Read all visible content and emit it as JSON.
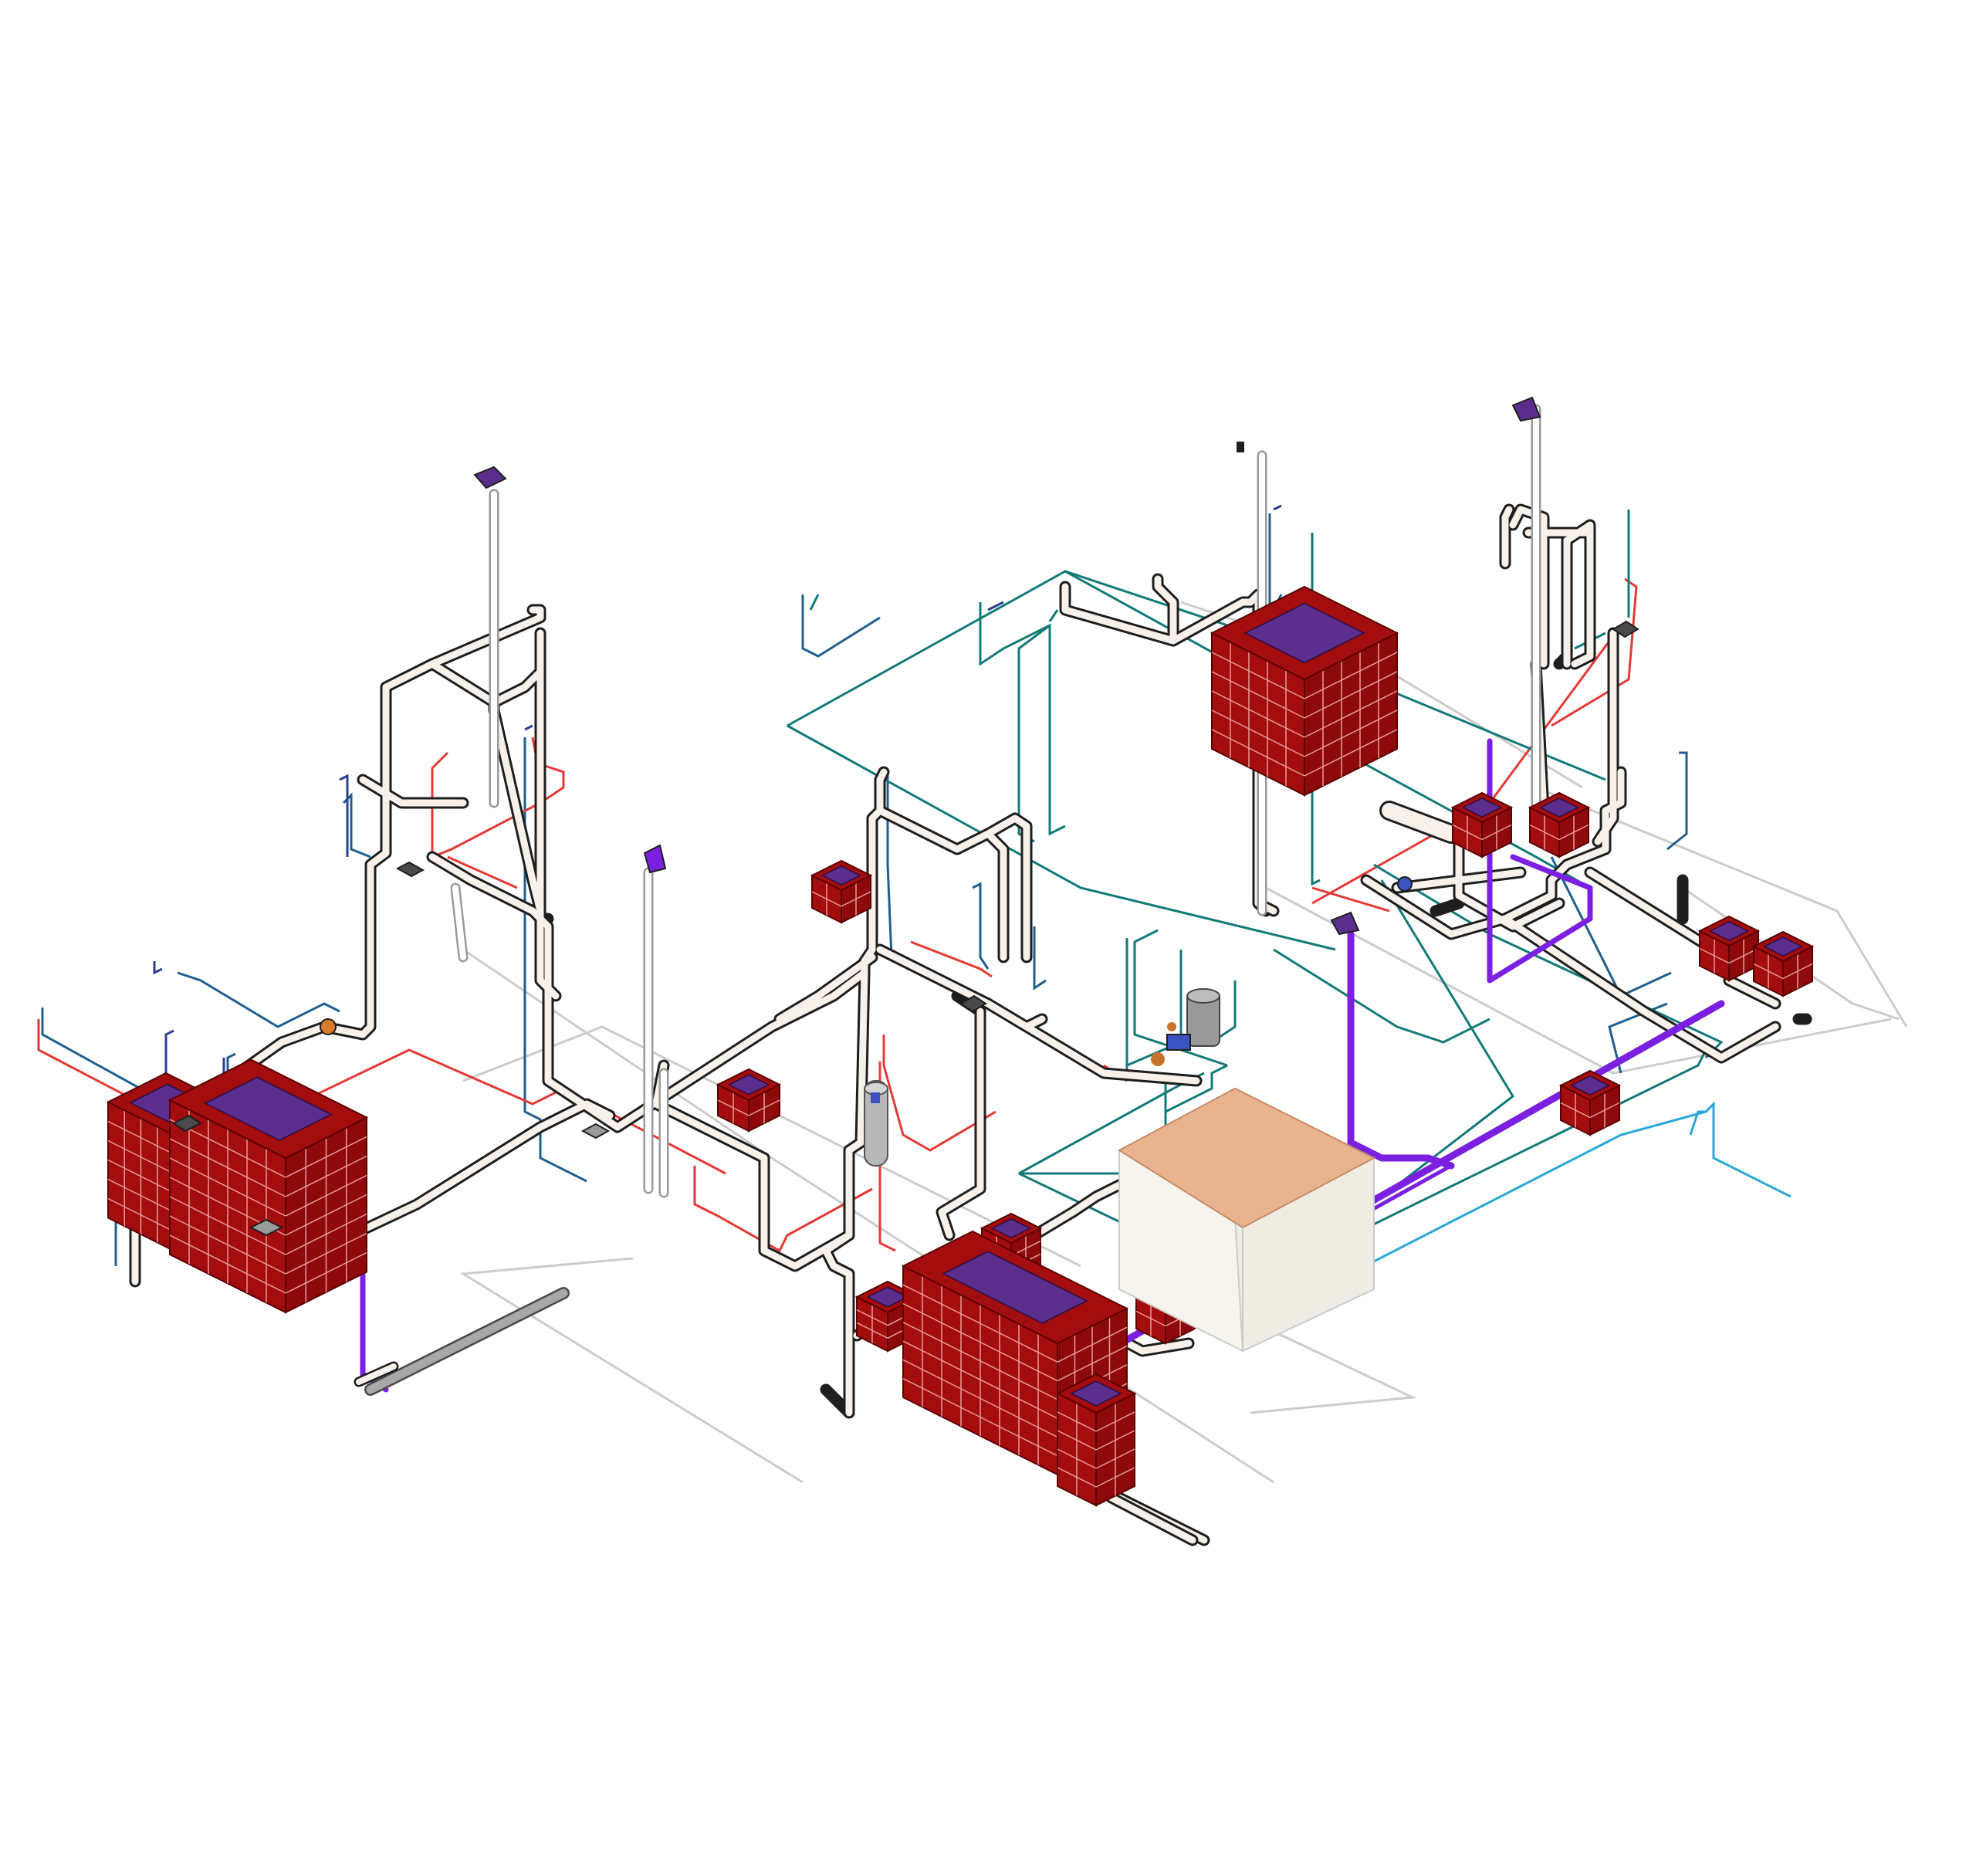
{
  "colors": {
    "background": "#ffffff",
    "pipe_fill": "#f7f1ea",
    "pipe_outline": "#1e1e1e",
    "cold_water": "#1f5f8f",
    "hot_water": "#e53935",
    "rainwater": "#127a78",
    "drain_dark": "#2c3e91",
    "gas_line": "#7b1fe0",
    "light_blue": "#2aa7d8",
    "ghost": "#c9c9c9",
    "box_red": "#a40d0d",
    "box_grid": "#e89a9a",
    "box_inside": "#5b2d8c",
    "tank_top": "#e8b48f",
    "tank_side": "#f7f4ee",
    "heater": "#b8b8b8"
  },
  "components": {
    "inspection_boxes": 14,
    "large_tanks": 4,
    "water_heater": 1,
    "pressure_tank": 1,
    "cistern_block": 1
  }
}
